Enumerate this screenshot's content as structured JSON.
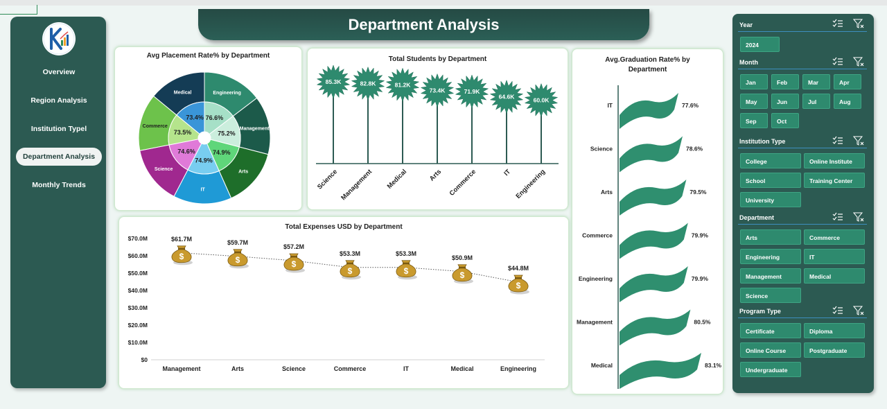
{
  "title": "Department Analysis",
  "nav": {
    "items": [
      {
        "label": "Overview"
      },
      {
        "label": "Region Analysis"
      },
      {
        "label": "Institution Typel"
      },
      {
        "label": "Department Analysis",
        "active": true
      },
      {
        "label": "Monthly Trends"
      }
    ]
  },
  "colors": {
    "dark_teal": "#2c5a52",
    "chip": "#2e8a6e",
    "flag": "#2f8f6f",
    "gold": "#c99a2e"
  },
  "charts": {
    "placement": {
      "title": "Avg Placement Rate% by Department",
      "chart_data": {
        "type": "pie",
        "categories": [
          "Engineering",
          "Management",
          "Arts",
          "IT",
          "Science",
          "Commerce",
          "Medical"
        ],
        "values": [
          76.6,
          75.2,
          74.9,
          74.9,
          74.6,
          73.5,
          73.4
        ],
        "labels": [
          "76.6%",
          "75.2%",
          "74.9%",
          "74.9%",
          "74.6%",
          "73.5%",
          "73.4%"
        ],
        "colors": [
          "#2e8a6e",
          "#1c5a4a",
          "#1e6e2a",
          "#1f9ad6",
          "#a0288f",
          "#6dc24b",
          "#143c55"
        ],
        "inner_colors": [
          "#a6e0c7",
          "#cbeedd",
          "#5fd67a",
          "#78cdf0",
          "#e07ad8",
          "#b5e48c",
          "#3a95d8"
        ]
      }
    },
    "students": {
      "title": "Total Students by Department",
      "chart_data": {
        "type": "bar",
        "categories": [
          "Science",
          "Management",
          "Medical",
          "Arts",
          "Commerce",
          "IT",
          "Engineering"
        ],
        "values": [
          85.3,
          82.8,
          81.2,
          73.4,
          71.9,
          64.6,
          60.0
        ],
        "labels": [
          "85.3K",
          "82.8K",
          "81.2K",
          "73.4K",
          "71.9K",
          "64.6K",
          "60.0K"
        ]
      }
    },
    "expenses": {
      "title": "Total Expenses USD by Department",
      "chart_data": {
        "type": "line",
        "categories": [
          "Management",
          "Arts",
          "Science",
          "Commerce",
          "IT",
          "Medical",
          "Engineering"
        ],
        "values": [
          61.7,
          59.7,
          57.2,
          53.3,
          53.3,
          50.9,
          44.8
        ],
        "labels": [
          "$61.7M",
          "$59.7M",
          "$57.2M",
          "$53.3M",
          "$53.3M",
          "$50.9M",
          "$44.8M"
        ],
        "ylim": [
          0,
          70
        ],
        "yticks": [
          "$0",
          "$10.0M",
          "$20.0M",
          "$30.0M",
          "$40.0M",
          "$50.0M",
          "$60.0M",
          "$70.0M"
        ]
      }
    },
    "graduation": {
      "title_line1": "Avg.Graduation Rate% by",
      "title_line2": "Department",
      "chart_data": {
        "type": "bar",
        "categories": [
          "IT",
          "Science",
          "Arts",
          "Commerce",
          "Engineering",
          "Management",
          "Medical"
        ],
        "values": [
          77.6,
          78.6,
          79.5,
          79.9,
          79.9,
          80.5,
          83.1
        ],
        "labels": [
          "77.6%",
          "78.6%",
          "79.5%",
          "79.9%",
          "79.9%",
          "80.5%",
          "83.1%"
        ]
      }
    }
  },
  "slicers": {
    "year": {
      "title": "Year",
      "items": [
        "2024"
      ]
    },
    "month": {
      "title": "Month",
      "items": [
        "Jan",
        "Feb",
        "Mar",
        "Apr",
        "May",
        "Jun",
        "Jul",
        "Aug",
        "Sep",
        "Oct"
      ]
    },
    "institution_type": {
      "title": "Institution Type",
      "items": [
        "College",
        "Online Institute",
        "School",
        "Training Center",
        "University"
      ]
    },
    "department": {
      "title": "Department",
      "items": [
        "Arts",
        "Commerce",
        "Engineering",
        "IT",
        "Management",
        "Medical",
        "Science"
      ]
    },
    "program_type": {
      "title": "Program Type",
      "items": [
        "Certificate",
        "Diploma",
        "Online Course",
        "Postgraduate",
        "Undergraduate"
      ]
    }
  }
}
